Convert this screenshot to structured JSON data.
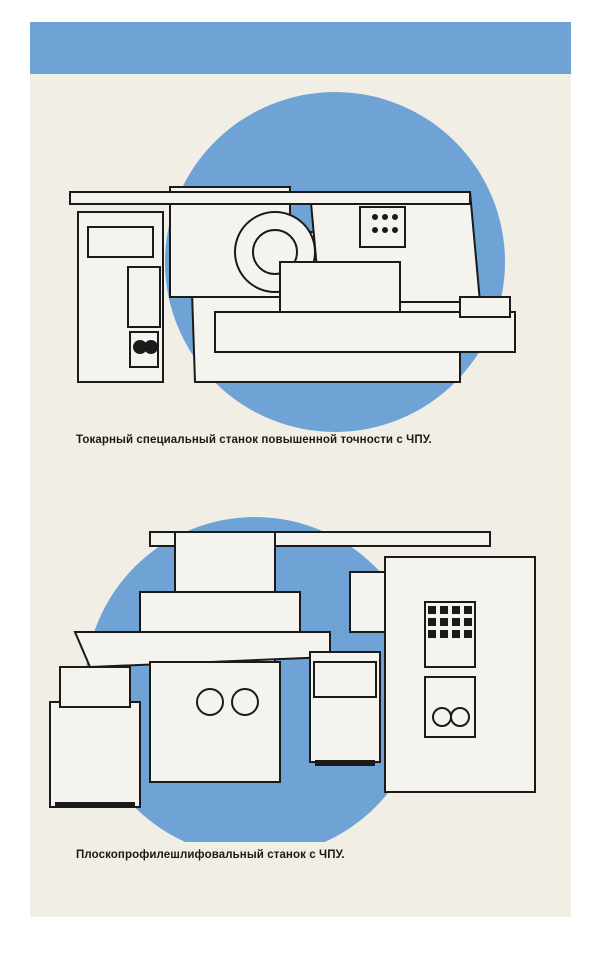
{
  "page": {
    "band_color": "#6fa3d6",
    "paper_color": "#f1eee6"
  },
  "figures": [
    {
      "illustration": "cnc-lathe",
      "caption": "Токарный специальный станок повышенной точности с ЧПУ."
    },
    {
      "illustration": "cnc-surface-grinder",
      "caption": "Плоскопрофилешлифовальный станок с ЧПУ."
    }
  ]
}
